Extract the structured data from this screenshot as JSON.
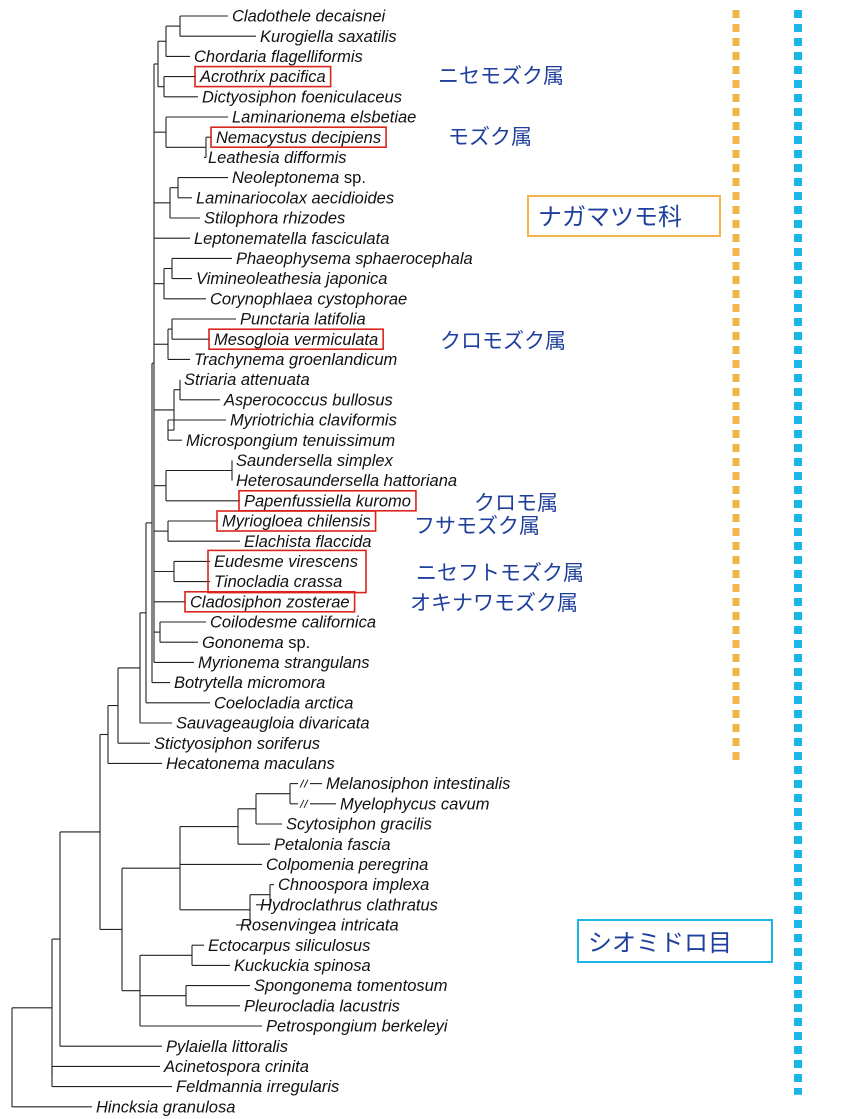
{
  "taxa": [
    {
      "name": "Cladothele decaisnei"
    },
    {
      "name": "Kurogiella saxatilis"
    },
    {
      "name": "Chordaria flagelliformis"
    },
    {
      "name": "Acrothrix pacifica",
      "boxed": true
    },
    {
      "name": "Dictyosiphon foeniculaceus"
    },
    {
      "name": "Laminarionema elsbetiae"
    },
    {
      "name": "Nemacystus decipiens",
      "boxed": true
    },
    {
      "name": "Leathesia difformis"
    },
    {
      "name": "Neoleptonema",
      "suffix": " sp."
    },
    {
      "name": "Laminariocolax aecidioides"
    },
    {
      "name": "Stilophora rhizodes"
    },
    {
      "name": "Leptonematella fasciculata"
    },
    {
      "name": "Phaeophysema sphaerocephala"
    },
    {
      "name": "Vimineoleathesia japonica"
    },
    {
      "name": "Corynophlaea cystophorae"
    },
    {
      "name": "Punctaria latifolia"
    },
    {
      "name": "Mesogloia vermiculata",
      "boxed": true
    },
    {
      "name": "Trachynema groenlandicum"
    },
    {
      "name": "Striaria attenuata"
    },
    {
      "name": "Asperococcus bullosus"
    },
    {
      "name": "Myriotrichia claviformis"
    },
    {
      "name": "Microspongium tenuissimum"
    },
    {
      "name": "Saundersella simplex"
    },
    {
      "name": "Heterosaundersella hattoriana"
    },
    {
      "name": "Papenfussiella kuromo",
      "boxed": true
    },
    {
      "name": "Myriogloea chilensis",
      "boxed": true
    },
    {
      "name": "Elachista flaccida"
    },
    {
      "name": "Eudesme virescens",
      "boxed_group": true
    },
    {
      "name": "Tinocladia crassa",
      "boxed_group": true
    },
    {
      "name": "Cladosiphon zosterae",
      "boxed": true
    },
    {
      "name": "Coilodesme californica"
    },
    {
      "name": "Gononema",
      "suffix": " sp."
    },
    {
      "name": "Myrionema strangulans"
    },
    {
      "name": "Botrytella micromora"
    },
    {
      "name": "Coelocladia arctica"
    },
    {
      "name": "Sauvageaugloia divaricata"
    },
    {
      "name": "Stictyosiphon soriferus"
    },
    {
      "name": "Hecatonema maculans"
    },
    {
      "name": "Melanosiphon intestinalis",
      "broken_branch": true
    },
    {
      "name": "Myelophycus cavum",
      "broken_branch": true
    },
    {
      "name": "Scytosiphon gracilis"
    },
    {
      "name": "Petalonia fascia"
    },
    {
      "name": "Colpomenia peregrina"
    },
    {
      "name": "Chnoospora implexa"
    },
    {
      "name": "Hydroclathrus clathratus"
    },
    {
      "name": "Rosenvingea intricata"
    },
    {
      "name": "Ectocarpus siliculosus"
    },
    {
      "name": "Kuckuckia spinosa"
    },
    {
      "name": "Spongonema tomentosum"
    },
    {
      "name": "Pleurocladia lacustris"
    },
    {
      "name": "Petrospongium berkeleyi"
    },
    {
      "name": "Pylaiella littoralis"
    },
    {
      "name": "Acinetospora crinita"
    },
    {
      "name": "Feldmannia irregularis"
    },
    {
      "name": "Hincksia granulosa"
    }
  ],
  "genus_labels": [
    {
      "text": "ニセモズク属",
      "taxon": "Acrothrix pacifica"
    },
    {
      "text": "モズク属",
      "taxon": "Nemacystus decipiens"
    },
    {
      "text": "クロモズク属",
      "taxon": "Mesogloia vermiculata"
    },
    {
      "text": "クロモ属",
      "taxon": "Papenfussiella kuromo"
    },
    {
      "text": "フサモズク属",
      "taxon": "Myriogloea chilensis"
    },
    {
      "text": "ニセフトモズク属",
      "taxon": "Eudesme virescens"
    },
    {
      "text": "オキナワモズク属",
      "taxon": "Cladosiphon zosterae"
    }
  ],
  "groups": [
    {
      "label": "ナガマツモ科",
      "first": "Cladothele decaisnei",
      "last": "Hecatonema maculans",
      "color": "#f2b64a"
    },
    {
      "label": "シオミドロ目",
      "first": "Cladothele decaisnei",
      "last": "Hincksia granulosa",
      "color": "#1ab6e8"
    }
  ],
  "colors": {
    "branch": "#222222",
    "text": "#111111",
    "highlight_box": "#d9251c",
    "genus_label": "#1f3f9c",
    "family_bar": "#f2b64a",
    "order_bar": "#1ab6e8"
  }
}
